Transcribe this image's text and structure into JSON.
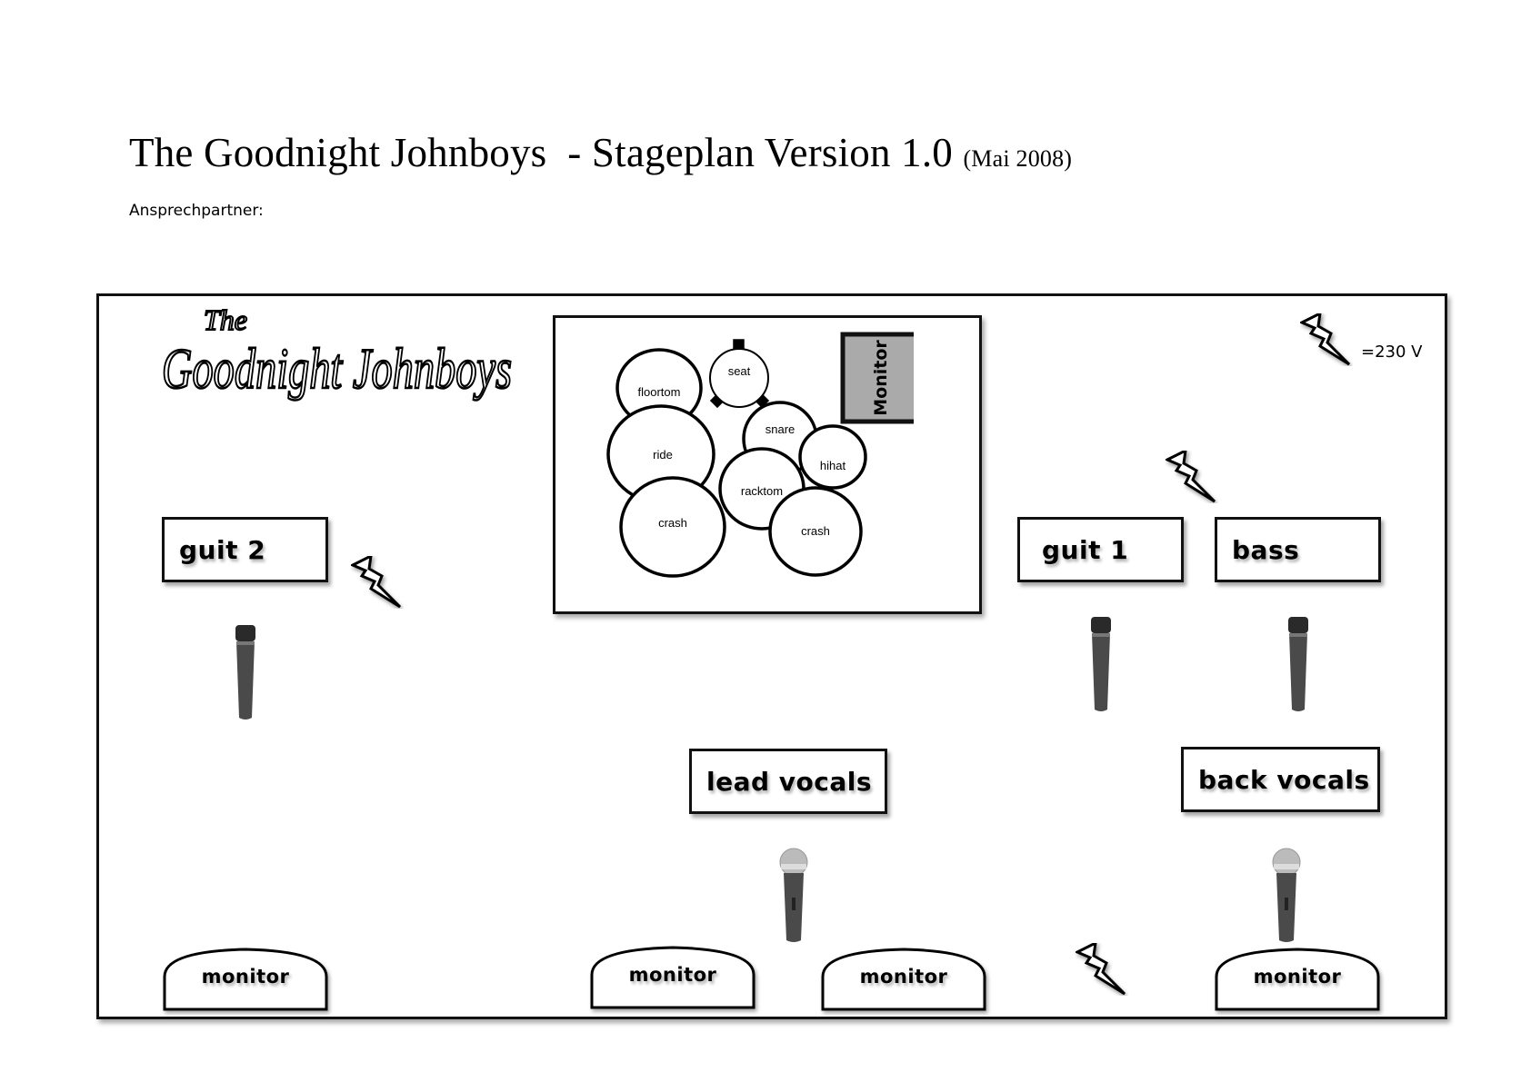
{
  "header": {
    "title": "The Goodnight Johnboys  - Stageplan Version 1.0",
    "date": "(Mai 2008)",
    "contact_label": "Ansprechpartner:"
  },
  "logo": {
    "text_top": "The",
    "text": "Goodnight Johnboys"
  },
  "power": {
    "label": "=230 V"
  },
  "drumkit": {
    "pieces": [
      "floortom",
      "seat",
      "ride",
      "crash",
      "snare",
      "hihat",
      "racktom",
      "crash"
    ],
    "monitor_label": "Monitor"
  },
  "positions": {
    "guit2": "guit 2",
    "guit1": "guit 1",
    "bass": "bass",
    "lead_vocals": "lead vocals",
    "back_vocals": "back vocals"
  },
  "monitors": [
    "monitor",
    "monitor",
    "monitor",
    "monitor"
  ]
}
